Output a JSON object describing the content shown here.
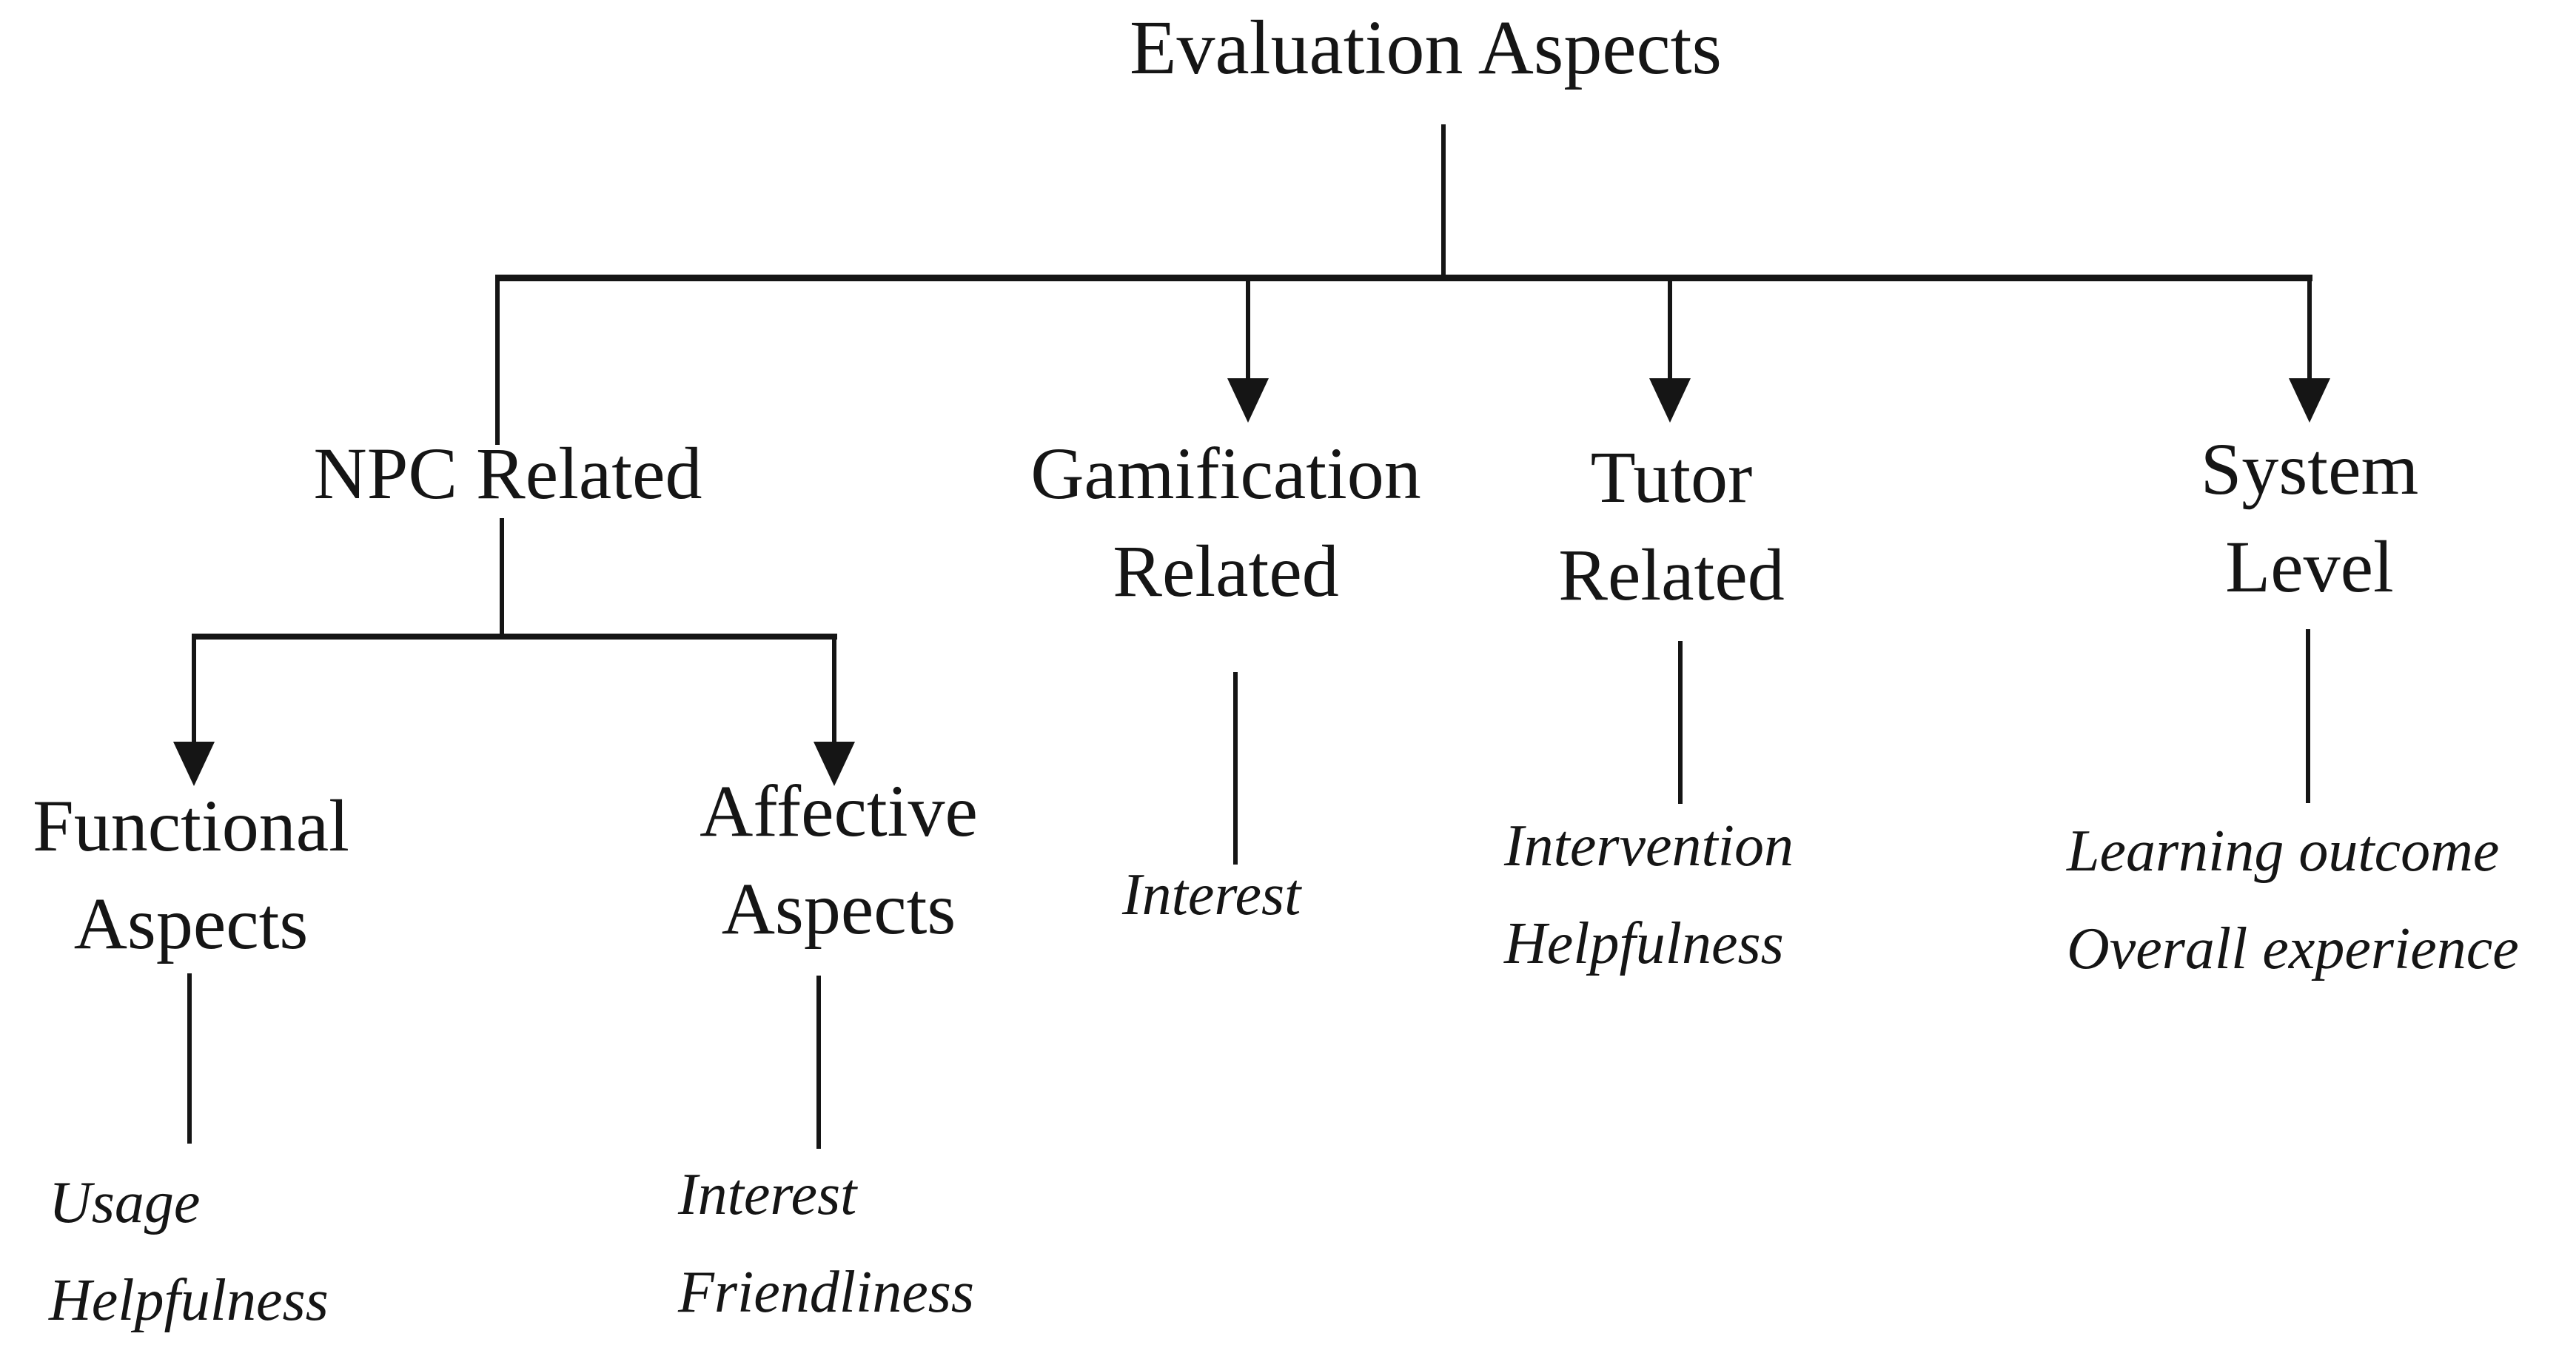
{
  "diagram": {
    "title": "Evaluation Aspects",
    "colors": {
      "background": "#ffffff",
      "ink": "#151515"
    },
    "nodes": {
      "npc": {
        "label": "NPC Related"
      },
      "gamification": {
        "line1": "Gamification",
        "line2": "Related"
      },
      "tutor": {
        "line1": "Tutor",
        "line2": "Related"
      },
      "system": {
        "line1": "System",
        "line2": "Level"
      },
      "functional": {
        "line1": "Functional",
        "line2": "Aspects"
      },
      "affective": {
        "line1": "Affective",
        "line2": "Aspects"
      }
    },
    "measures": {
      "functional": [
        "Usage",
        "Helpfulness"
      ],
      "affective": [
        "Interest",
        "Friendliness"
      ],
      "gamification": [
        "Interest"
      ],
      "tutor": [
        "Intervention",
        "Helpfulness"
      ],
      "system": [
        "Learning outcome",
        "Overall experience"
      ]
    }
  }
}
